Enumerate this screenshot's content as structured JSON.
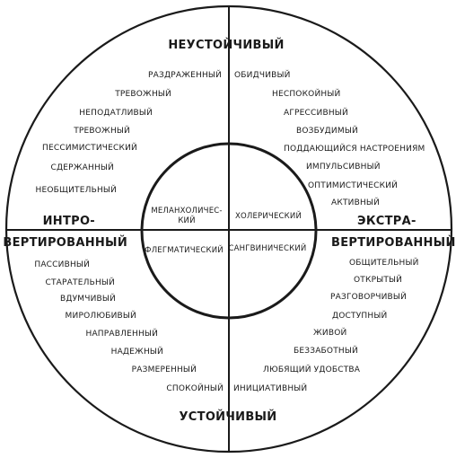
{
  "axis": {
    "top": "НЕУСТОЙЧИВЫЙ",
    "bottom": "УСТОЙЧИВЫЙ",
    "left_upper": "ИНТРО-",
    "left_lower": "ВЕРТИРОВАННЫЙ",
    "right_upper": "ЭКСТРА-",
    "right_lower": "ВЕРТИРОВАННЫЙ"
  },
  "temperaments": {
    "top_left": [
      "МЕЛАНХОЛИЧЕС-",
      "КИЙ"
    ],
    "top_right": "ХОЛЕРИЧЕСКИЙ",
    "bottom_left": "ФЛЕГМАТИЧЕСКИЙ",
    "bottom_right": "САНГВИНИЧЕСКИЙ"
  },
  "traits": {
    "top_left": [
      "РАЗДРАЖЕННЫЙ",
      "ТРЕВОЖНЫЙ",
      "НЕПОДАТЛИВЫЙ",
      "ТРЕВОЖНЫЙ",
      "ПЕССИМИСТИЧЕСКИЙ",
      "СДЕРЖАННЫЙ",
      "НЕОБЩИТЕЛЬНЫЙ"
    ],
    "top_right": [
      "ОБИДЧИВЫЙ",
      "НЕСПОКОЙНЫЙ",
      "АГРЕССИВНЫЙ",
      "ВОЗБУДИМЫЙ",
      "ПОДДАЮЩИЙСЯ НАСТРОЕНИЯМ",
      "ИМПУЛЬСИВНЫЙ",
      "ОПТИМИСТИЧЕСКИЙ",
      "АКТИВНЫЙ"
    ],
    "bottom_left": [
      "ПАССИВНЫЙ",
      "СТАРАТЕЛЬНЫЙ",
      "ВДУМЧИВЫЙ",
      "МИРОЛЮБИВЫЙ",
      "НАПРАВЛЕННЫЙ",
      "НАДЕЖНЫЙ",
      "РАЗМЕРЕННЫЙ",
      "СПОКОЙНЫЙ"
    ],
    "bottom_right": [
      "ОБЩИТЕЛЬНЫЙ",
      "ОТКРЫТЫЙ",
      "РАЗГОВОРЧИВЫЙ",
      "ДОСТУПНЫЙ",
      "ЖИВОЙ",
      "БЕЗЗАБОТНЫЙ",
      "ЛЮБЯЩИЙ УДОБСТВА",
      "ИНИЦИАТИВНЫЙ"
    ]
  }
}
